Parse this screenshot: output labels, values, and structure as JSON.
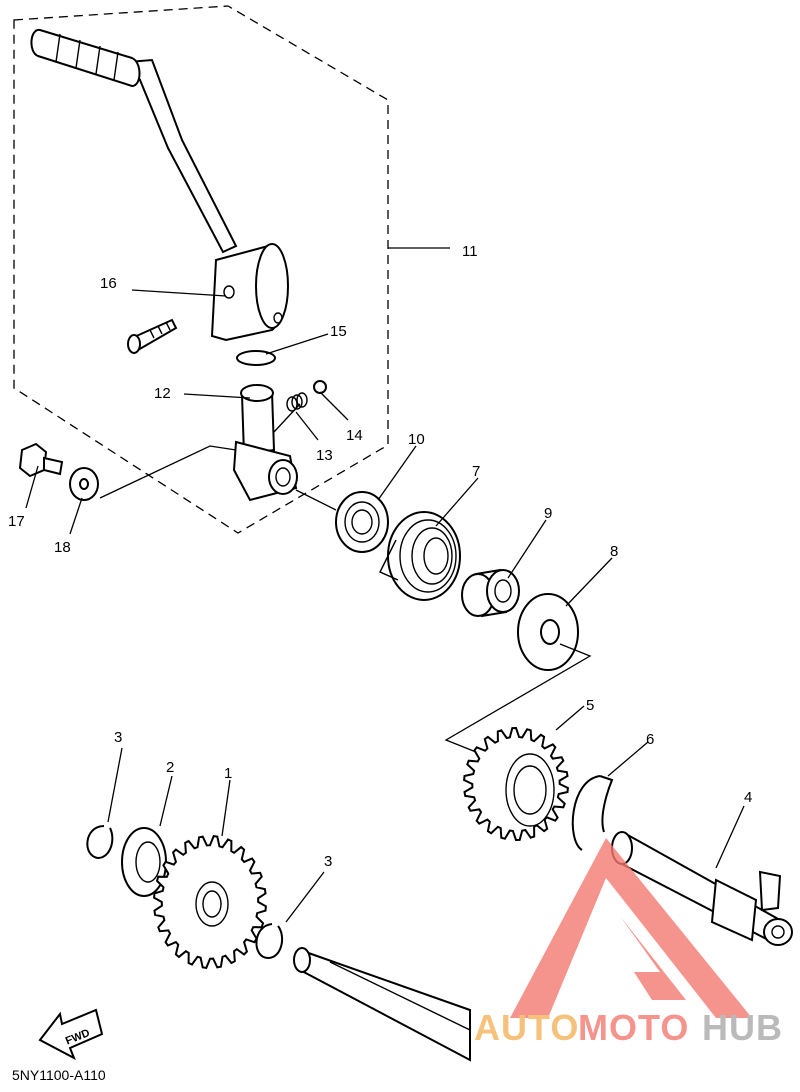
{
  "diagram": {
    "reference_code": "5NY1100-A110",
    "fwd_label": "FWD",
    "callouts": [
      {
        "id": "1",
        "text": "1"
      },
      {
        "id": "2",
        "text": "2"
      },
      {
        "id": "3a",
        "text": "3"
      },
      {
        "id": "3b",
        "text": "3"
      },
      {
        "id": "4",
        "text": "4"
      },
      {
        "id": "5",
        "text": "5"
      },
      {
        "id": "6",
        "text": "6"
      },
      {
        "id": "7",
        "text": "7"
      },
      {
        "id": "8",
        "text": "8"
      },
      {
        "id": "9",
        "text": "9"
      },
      {
        "id": "10",
        "text": "10"
      },
      {
        "id": "11",
        "text": "11"
      },
      {
        "id": "12",
        "text": "12"
      },
      {
        "id": "13",
        "text": "13"
      },
      {
        "id": "14",
        "text": "14"
      },
      {
        "id": "15",
        "text": "15"
      },
      {
        "id": "16",
        "text": "16"
      },
      {
        "id": "17",
        "text": "17"
      },
      {
        "id": "18",
        "text": "18"
      }
    ]
  },
  "watermark": {
    "part1": "AUTO",
    "part2": "MOTO",
    "part3": "HUB",
    "colors": {
      "orange": "#f5b25a",
      "red": "#f27a70",
      "gray": "#a9a9a9"
    }
  }
}
